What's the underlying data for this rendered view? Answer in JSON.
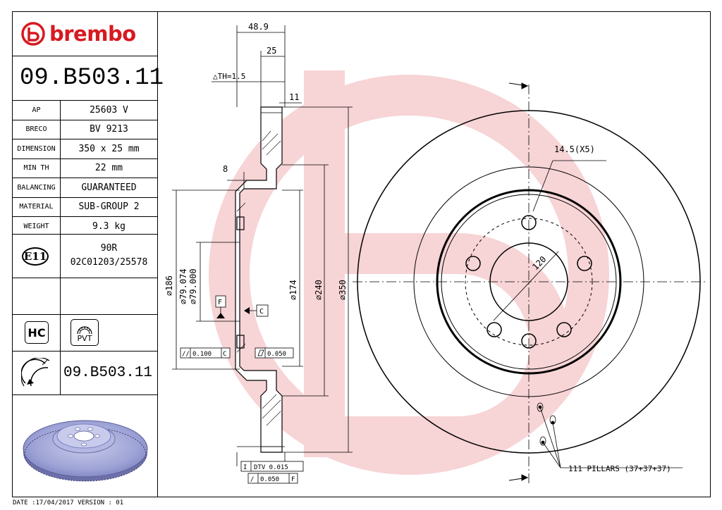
{
  "brand": {
    "name": "brembo",
    "color": "#d71920"
  },
  "header": {
    "part_number": "09.B503.11"
  },
  "specs": [
    {
      "key": "AP",
      "value": "25603 V"
    },
    {
      "key": "BRECO",
      "value": "BV 9213"
    },
    {
      "key": "DIMENSION",
      "value": "350 x 25 mm"
    },
    {
      "key": "MIN TH",
      "value": "22 mm"
    },
    {
      "key": "BALANCING",
      "value": "GUARANTEED"
    },
    {
      "key": "MATERIAL",
      "value": "SUB-GROUP 2"
    },
    {
      "key": "WEIGHT",
      "value": "9.3 kg"
    }
  ],
  "approval": {
    "badge": "E11",
    "line1": "90R",
    "line2": "02C01203/25578"
  },
  "icons": {
    "hc_label": "HC",
    "pvt_label": "PVT"
  },
  "reference": {
    "part_number": "09.B503.11"
  },
  "footer": {
    "text": "DATE :17/04/2017 VERSION : 01"
  },
  "drawing": {
    "dim_overall_width": "48.9",
    "dim_thickness": "25",
    "dim_th": "△TH=1.5",
    "dim_11": "11",
    "dim_8": "8",
    "dia_186": "⌀186",
    "dia_79_074": "⌀79.074",
    "dia_79_000": "⌀79.000",
    "dia_174": "⌀174",
    "dia_240": "⌀240",
    "dia_350": "⌀350",
    "datum_f": "F",
    "datum_c": "C",
    "tol_parallel": "0.100",
    "tol_parallel_ref": "C",
    "tol_flat": "0.050",
    "tol_dtv": "DTV 0.015",
    "tol_perp": "0.050",
    "tol_perp_ref": "F",
    "hole_note": "14.5(X5)",
    "pcd": "120",
    "pillars": "111 PILLARS (37+37+37)"
  }
}
